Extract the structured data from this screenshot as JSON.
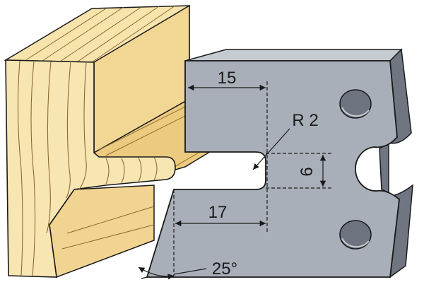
{
  "labels": {
    "width_top": "15",
    "radius": "R 2",
    "depth": "6",
    "width_bottom": "17",
    "angle": "25°"
  },
  "colors": {
    "wood_light": "#f7e2a6",
    "wood_mid": "#ecca7f",
    "wood_dark": "#d9b26a",
    "wood_grain": "#8a6a30",
    "steel_face": "#a9afb8",
    "steel_side": "#6f7681",
    "steel_edge": "#c9ced5",
    "hole": "#6d7480",
    "outline": "#1a1a1a",
    "dimension": "#1a1a1a"
  }
}
